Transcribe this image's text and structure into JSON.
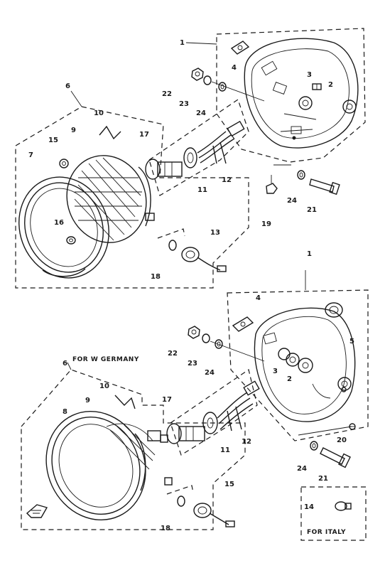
{
  "labels": {
    "top": {
      "l1": "1",
      "l2": "2",
      "l3": "3",
      "l4": "4",
      "l6": "6",
      "l7": "7",
      "l9": "9",
      "l10": "10",
      "l11": "11",
      "l12": "12",
      "l13": "13",
      "l15": "15",
      "l16": "16",
      "l17": "17",
      "l18": "18",
      "l19": "19",
      "l21": "21",
      "l22": "22",
      "l23": "23",
      "l24a": "24",
      "l24b": "24"
    },
    "bottom": {
      "l1": "1",
      "l2": "2",
      "l3": "3",
      "l4": "4",
      "l5": "5",
      "l6": "6",
      "l8": "8",
      "l9": "9",
      "l10": "10",
      "l11": "11",
      "l12": "12",
      "l14": "14",
      "l15": "15",
      "l17": "17",
      "l18": "18",
      "l20": "20",
      "l21": "21",
      "l22": "22",
      "l23": "23",
      "l24a": "24",
      "l24b": "24"
    }
  },
  "captions": {
    "for_w_germany": "FOR W GERMANY",
    "for_italy": "FOR ITALY"
  },
  "colors": {
    "ink": "#1a1a1a",
    "paper": "#ffffff"
  }
}
